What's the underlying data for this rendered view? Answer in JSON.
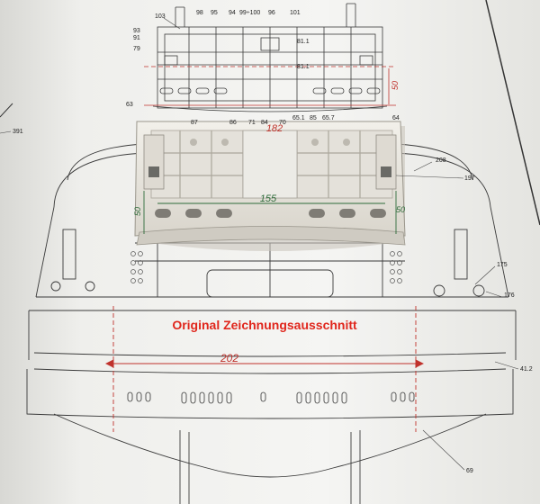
{
  "caption": "Original Zeichnungsausschnitt",
  "dimensions": {
    "top_width": "182",
    "top_height": "50",
    "part_width": "155",
    "part_height_left": "50",
    "part_height_right": "50",
    "hull_width": "202"
  },
  "part_labels": {
    "p103": "103",
    "p98": "98",
    "p95": "95",
    "p94": "94",
    "p99_100": "99÷100",
    "p96": "96",
    "p101": "101",
    "p93": "93",
    "p91": "91",
    "p79": "79",
    "p81_1a": "81.1",
    "p81_1b": "81.1",
    "p63": "63",
    "p87": "87",
    "p86": "86",
    "p71": "71",
    "p84": "84",
    "p70": "70",
    "p65_1": "65.1",
    "p85": "85",
    "p65_7": "65.7",
    "p64": "64",
    "p391": "391",
    "p208": "208",
    "p197": "197",
    "p175": "175",
    "p176": "176",
    "p41_2": "41.2",
    "p69": "69"
  },
  "colors": {
    "paper": "#f4f4f2",
    "line": "#3a3a3a",
    "dimension_red": "#c0322c",
    "dimension_green": "#2e6b3a",
    "caption": "#e0261c",
    "model_part": "#e9e6df"
  }
}
